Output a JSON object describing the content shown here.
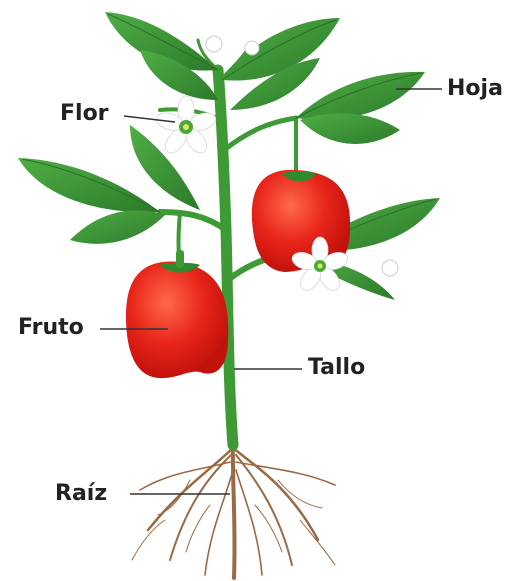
{
  "labels": {
    "flower": "Flor",
    "leaf": "Hoja",
    "fruit": "Fruto",
    "stem": "Tallo",
    "root": "Raíz"
  },
  "colors": {
    "leaf": "#3f9a3a",
    "leaf_dark": "#2c7a2a",
    "stem": "#3e9a34",
    "fruit": "#e8251a",
    "fruit_highlight": "#ff6a4a",
    "root": "#9a6a45",
    "flower": "#ffffff",
    "flower_center": "#4aa83a",
    "label_text": "#222222",
    "pointer_line": "#333333"
  }
}
